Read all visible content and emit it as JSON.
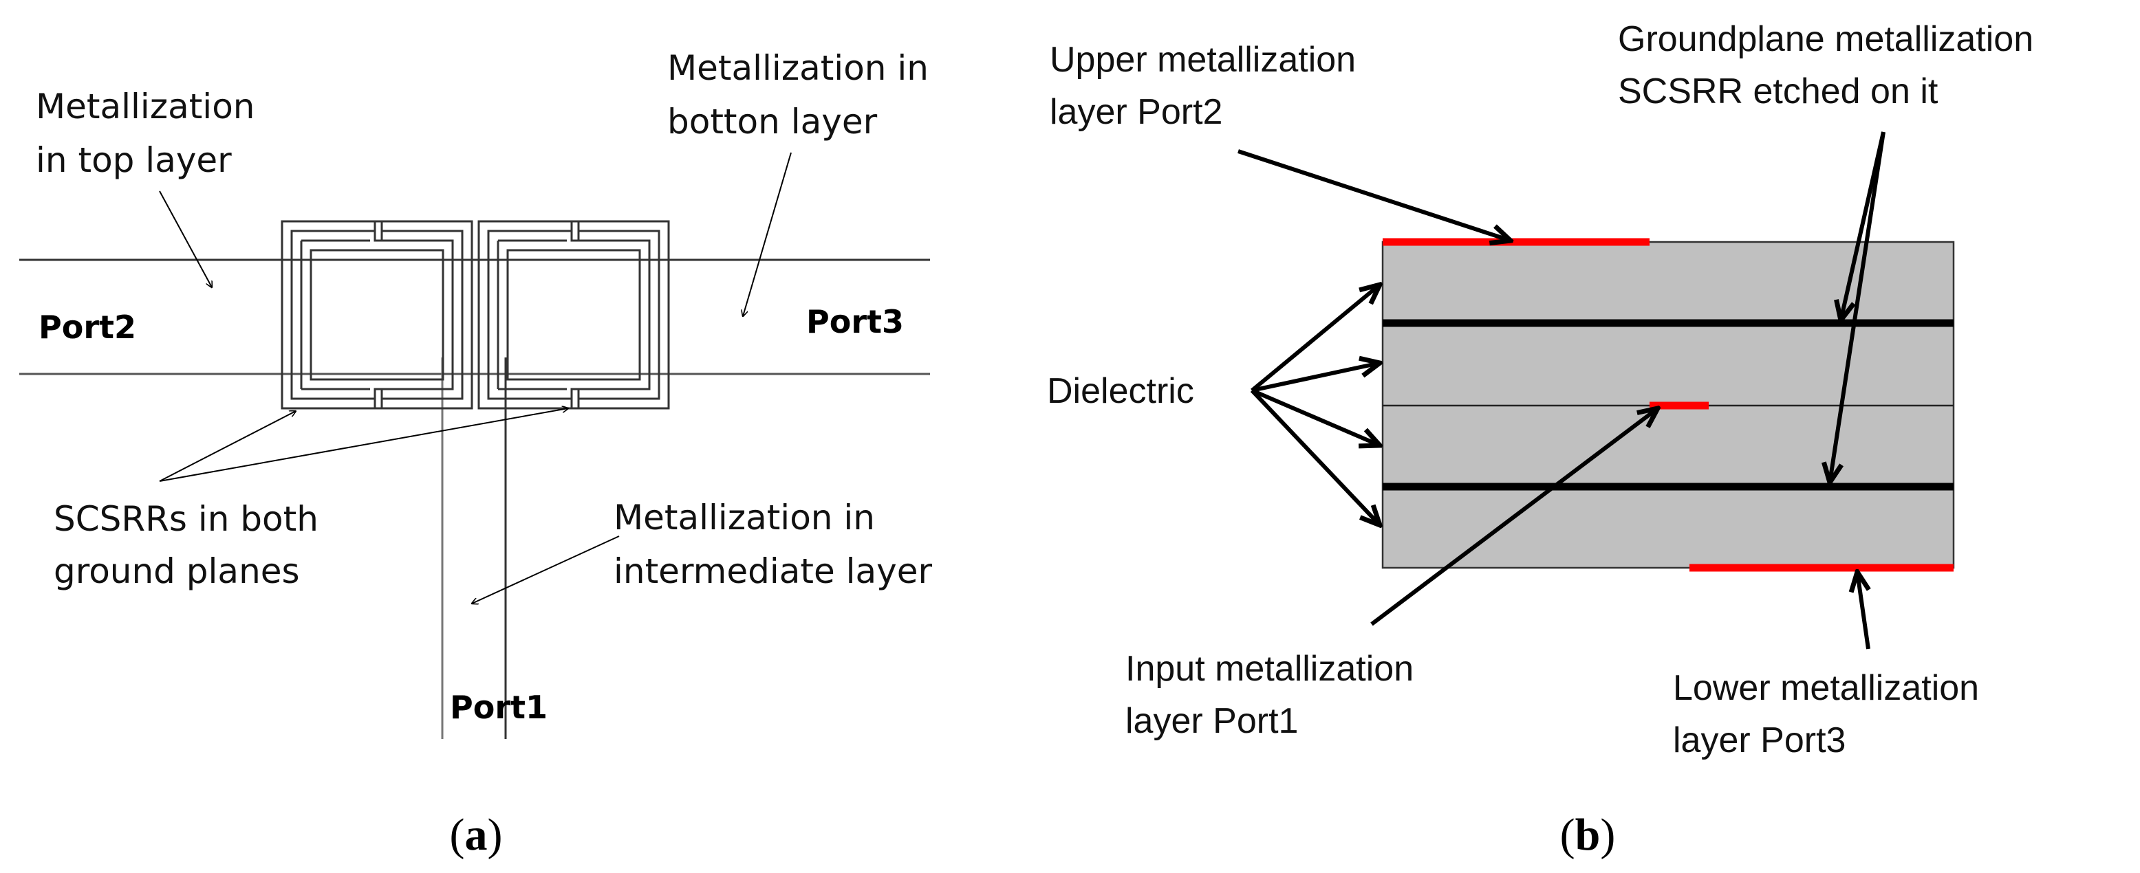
{
  "panel_a": {
    "caption": {
      "open": "(",
      "letter": "a",
      "close": ")"
    },
    "labels": {
      "metal_top": [
        "Metallization",
        "in top layer"
      ],
      "metal_bottom": [
        "Metallization in",
        "botton layer"
      ],
      "port2": "Port2",
      "port3": "Port3",
      "port1": "Port1",
      "scsrr": [
        "SCSRRs in both",
        "ground planes"
      ],
      "metal_intermediate": [
        "Metallization in",
        "intermediate layer"
      ]
    }
  },
  "panel_b": {
    "caption": {
      "open": "(",
      "letter": "b",
      "close": ")"
    },
    "labels": {
      "upper": [
        "Upper metallization",
        "layer Port2"
      ],
      "groundplane": [
        "Groundplane metallization",
        "SCSRR etched on it"
      ],
      "dielectric": "Dielectric",
      "input": [
        "Input  metallization",
        "layer Port1"
      ],
      "lower": [
        "Lower metallization",
        "layer  Port3"
      ]
    },
    "colors": {
      "dielectric_fill": "#c0c0c0",
      "metallization": "#ff0000",
      "ground_plane": "#000000"
    }
  }
}
